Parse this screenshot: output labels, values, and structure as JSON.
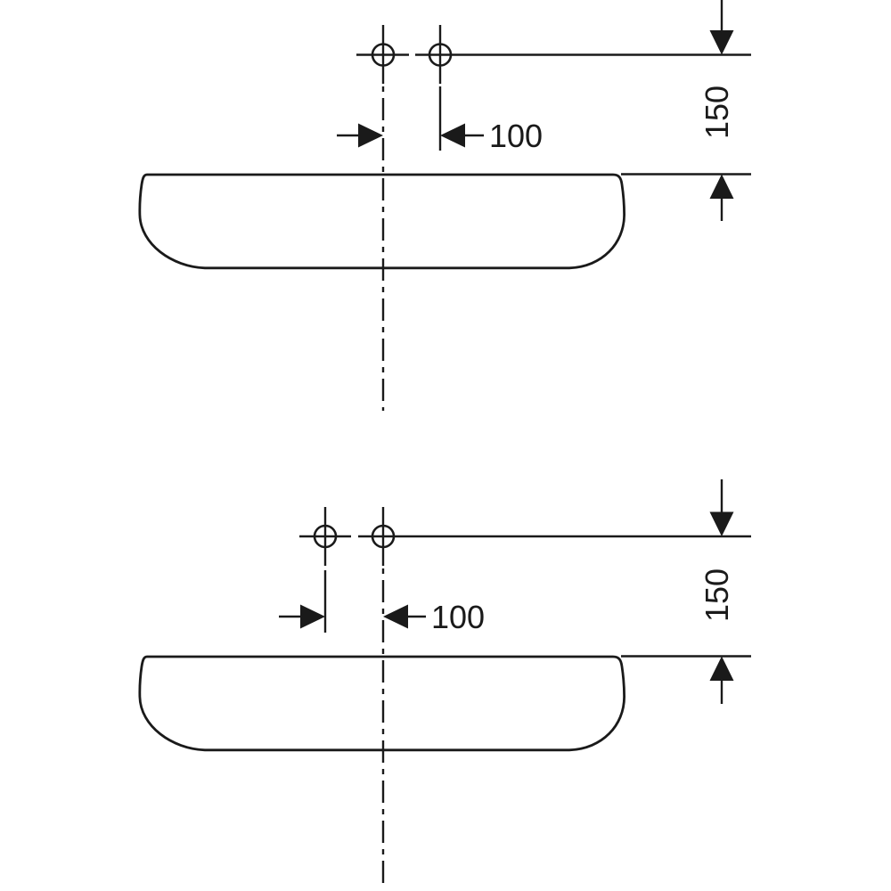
{
  "colors": {
    "background": "#ffffff",
    "line": "#1a1a1a"
  },
  "drawing": {
    "type": "technical-dimension-drawing",
    "views": [
      {
        "position": "top",
        "hole_count": 2,
        "offset_hole_side": "right-of-centerline",
        "dim_hole_spacing": "100",
        "dim_height_above_rim": "150"
      },
      {
        "position": "bottom",
        "hole_count": 2,
        "offset_hole_side": "left-of-centerline",
        "dim_hole_spacing": "100",
        "dim_height_above_rim": "150"
      }
    ]
  }
}
